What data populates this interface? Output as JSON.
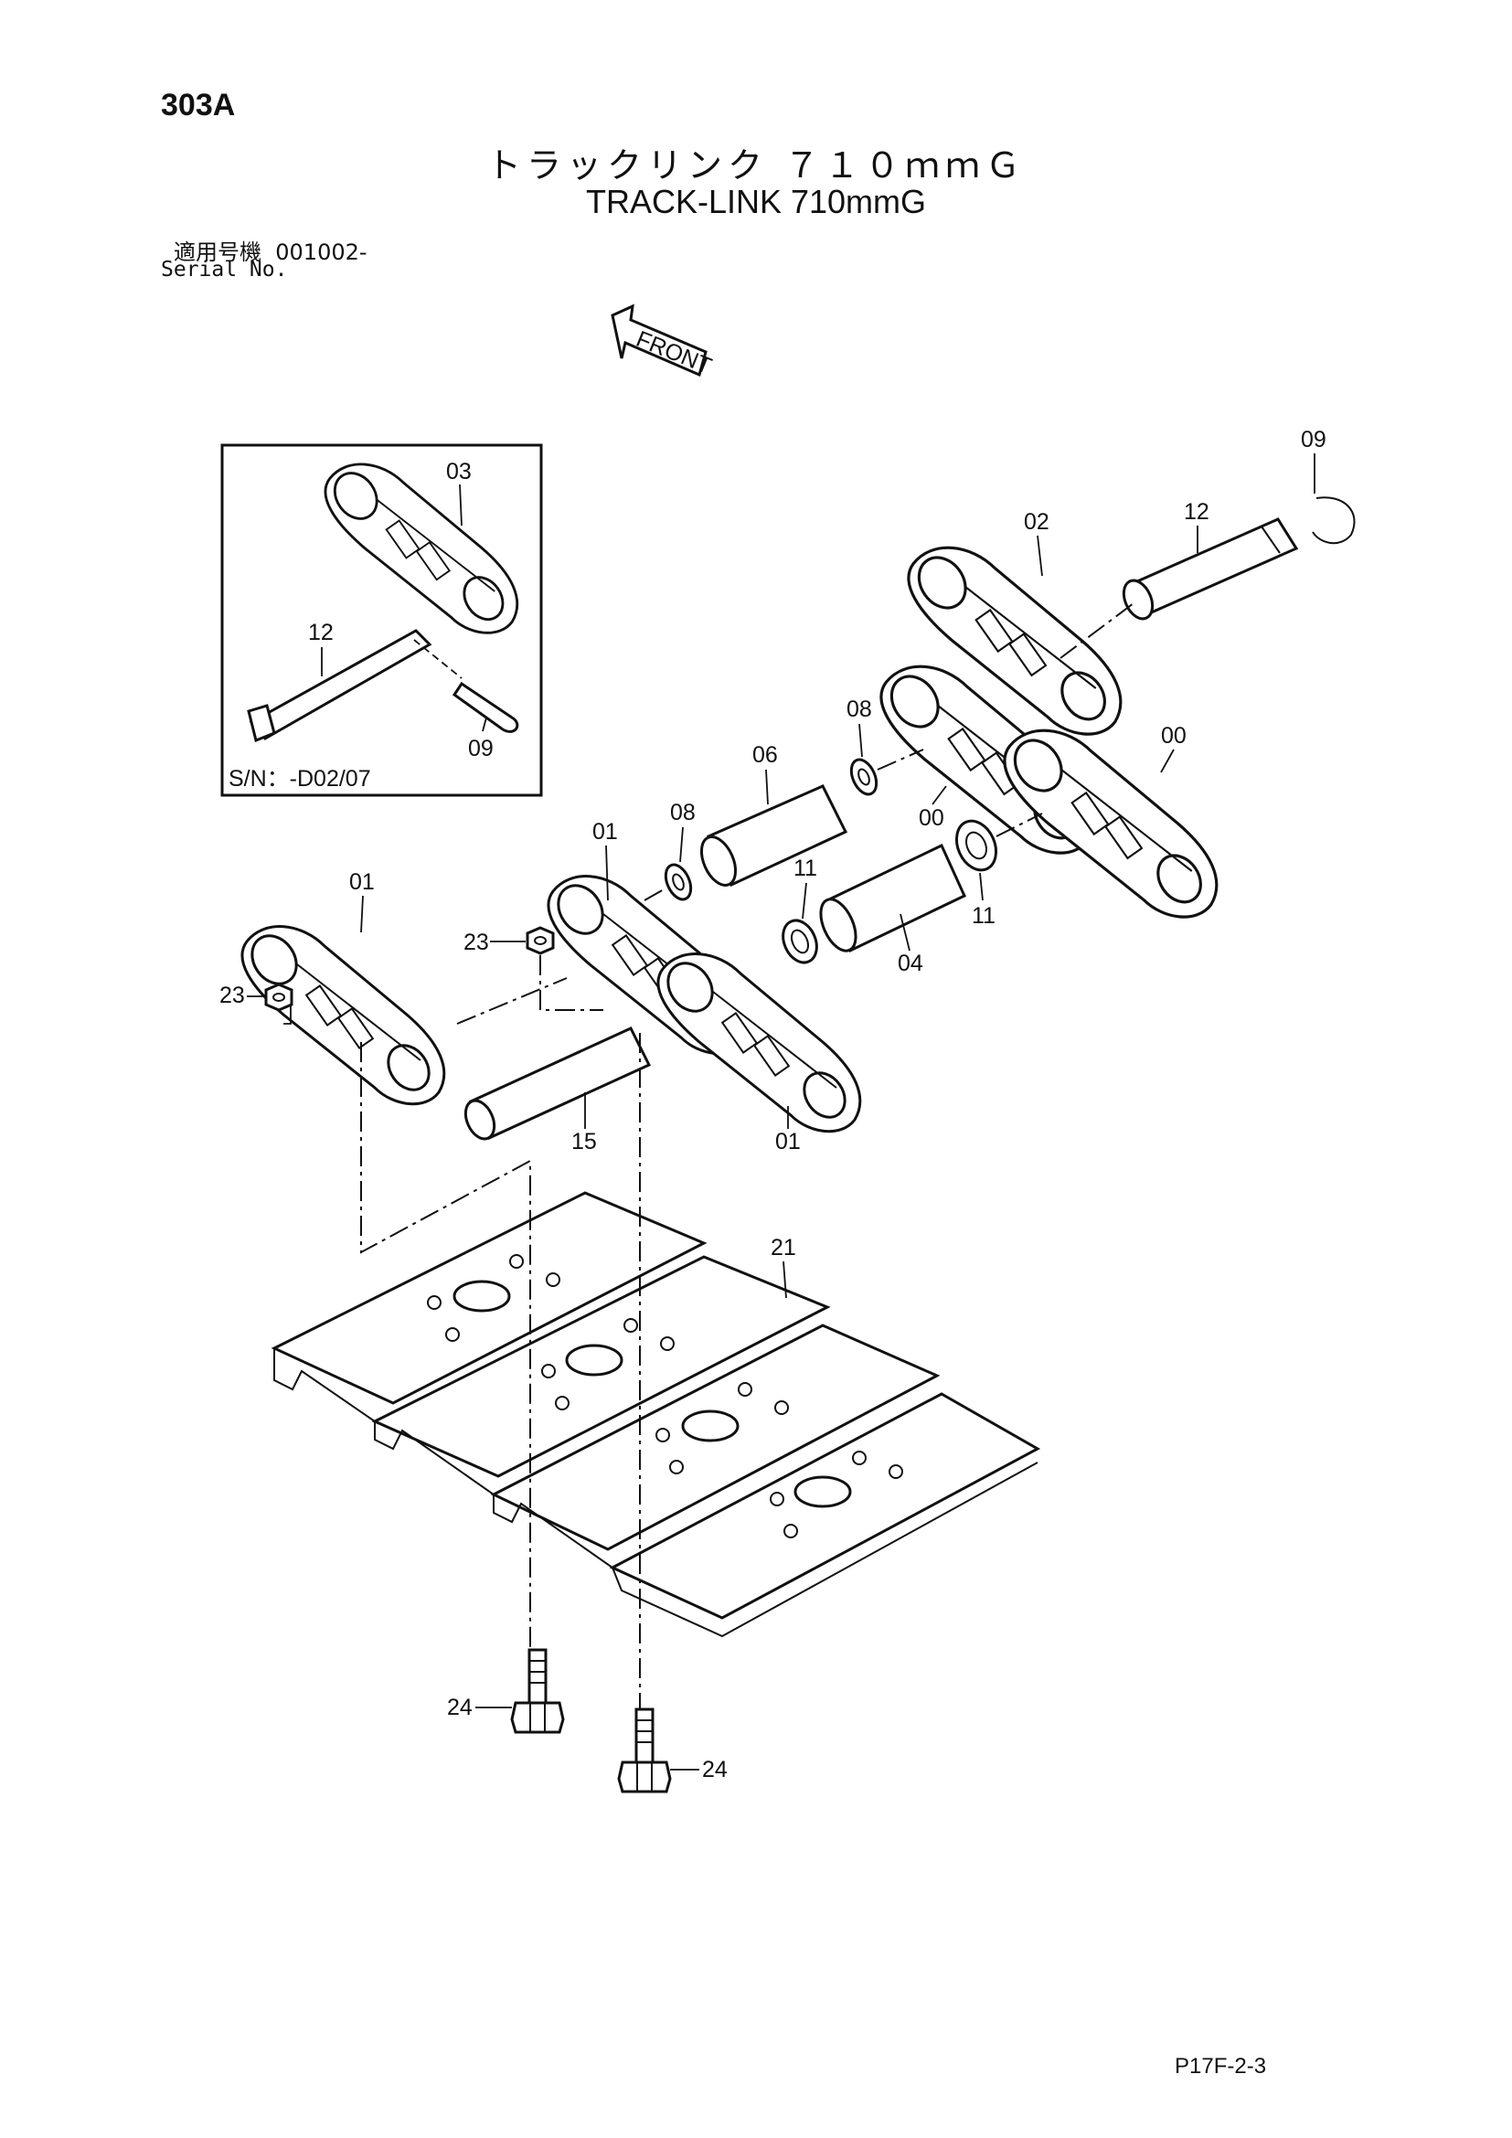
{
  "header": {
    "page_code": "303A",
    "title_jp": "トラックリンク ７１０ｍｍＧ",
    "title_en": "TRACK-LINK 710mmG",
    "serial_label_jp": "適用号機",
    "serial_value": "001002-",
    "serial_label_en": "Serial No."
  },
  "front_arrow_label": "FRONT",
  "inset": {
    "note": "S/N：-D02/07",
    "labels": [
      "03",
      "12",
      "09"
    ]
  },
  "callouts": {
    "p00a": "00",
    "p00b": "00",
    "p01a": "01",
    "p01b": "01",
    "p01c": "01",
    "p02": "02",
    "p04": "04",
    "p06": "06",
    "p08a": "08",
    "p08b": "08",
    "p09": "09",
    "p11a": "11",
    "p11b": "11",
    "p12": "12",
    "p15": "15",
    "p21": "21",
    "p23a": "23",
    "p23b": "23",
    "p24a": "24",
    "p24b": "24"
  },
  "footer": {
    "page_ref": "P17F-2-3"
  }
}
